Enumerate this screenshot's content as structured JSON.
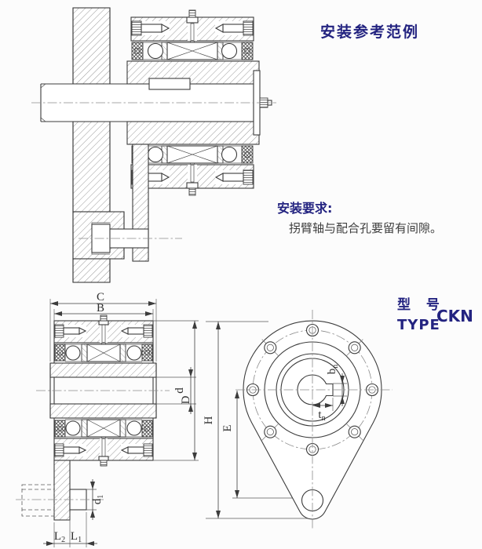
{
  "colors": {
    "background": "#fcfcfc",
    "ink": "#3c3c3c",
    "navy_title": "#232380",
    "body_text": "#3e3e3e",
    "hatch": "#8f8f8f",
    "centerline": "#8a8a8a"
  },
  "installation_example": {
    "title": "安装参考范例"
  },
  "requirements": {
    "heading": "安装要求:",
    "line": "拐臂轴与配合孔要留有间隙。"
  },
  "type_block": {
    "label_cn": "型  号",
    "label_en": "TYPE",
    "model": "CKN"
  },
  "dims": {
    "C": {
      "base": "C",
      "sub": ""
    },
    "B": {
      "base": "B",
      "sub": ""
    },
    "d": {
      "base": "d",
      "sub": ""
    },
    "D": {
      "base": "D",
      "sub": ""
    },
    "H": {
      "base": "H",
      "sub": ""
    },
    "E": {
      "base": "E",
      "sub": ""
    },
    "L2": {
      "base": "L",
      "sub": "2"
    },
    "L1": {
      "base": "L",
      "sub": "1"
    },
    "d1": {
      "base": "d",
      "sub": "1"
    },
    "bn": {
      "base": "b",
      "sub": "n"
    },
    "tn": {
      "base": "t",
      "sub": "n"
    }
  }
}
